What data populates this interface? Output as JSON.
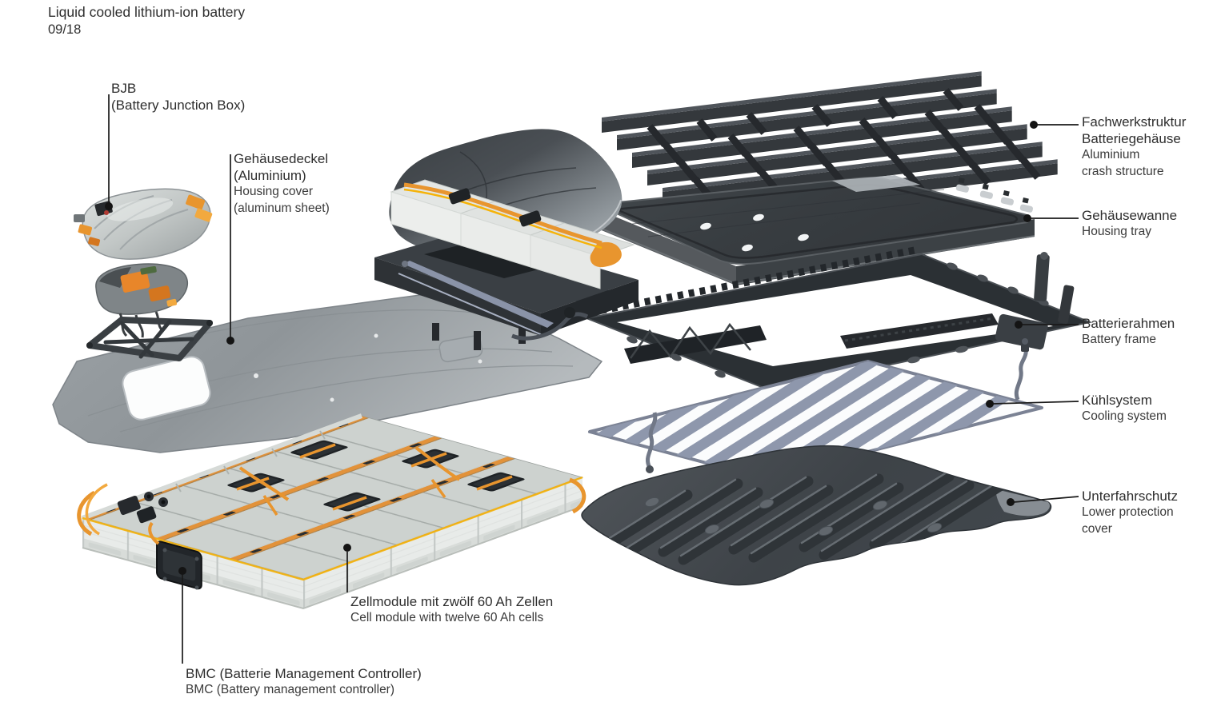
{
  "meta": {
    "title": "Liquid cooled lithium-ion battery",
    "date": "09/18"
  },
  "labels": {
    "bjb": {
      "de": "BJB",
      "en": "(Battery Junction Box)"
    },
    "housing_cover": {
      "de1": "Gehäusedeckel",
      "de2": "(Aluminium)",
      "en1": "Housing cover",
      "en2": "(aluminum sheet)"
    },
    "crash_structure": {
      "de1": "Fachwerkstruktur",
      "de2": "Batteriegehäuse",
      "en1": "Aluminium",
      "en2": "crash structure"
    },
    "housing_tray": {
      "de": "Gehäusewanne",
      "en": "Housing tray"
    },
    "battery_frame": {
      "de": "Batterierahmen",
      "en": "Battery frame"
    },
    "cooling_system": {
      "de": "Kühlsystem",
      "en": "Cooling system"
    },
    "lower_protection": {
      "de": "Unterfahrschutz",
      "en1": "Lower protection",
      "en2": "cover"
    },
    "cell_module": {
      "de": "Zellmodule mit zwölf 60 Ah Zellen",
      "en": "Cell module with twelve 60 Ah cells"
    },
    "bmc": {
      "de": "BMC (Batterie Management Controller)",
      "en": "BMC (Battery management controller)"
    }
  },
  "colors": {
    "accent_orange": "#E8952E",
    "dark_part": "#33383C",
    "cooling_blue": "#8E97AC",
    "text": "#333333"
  }
}
